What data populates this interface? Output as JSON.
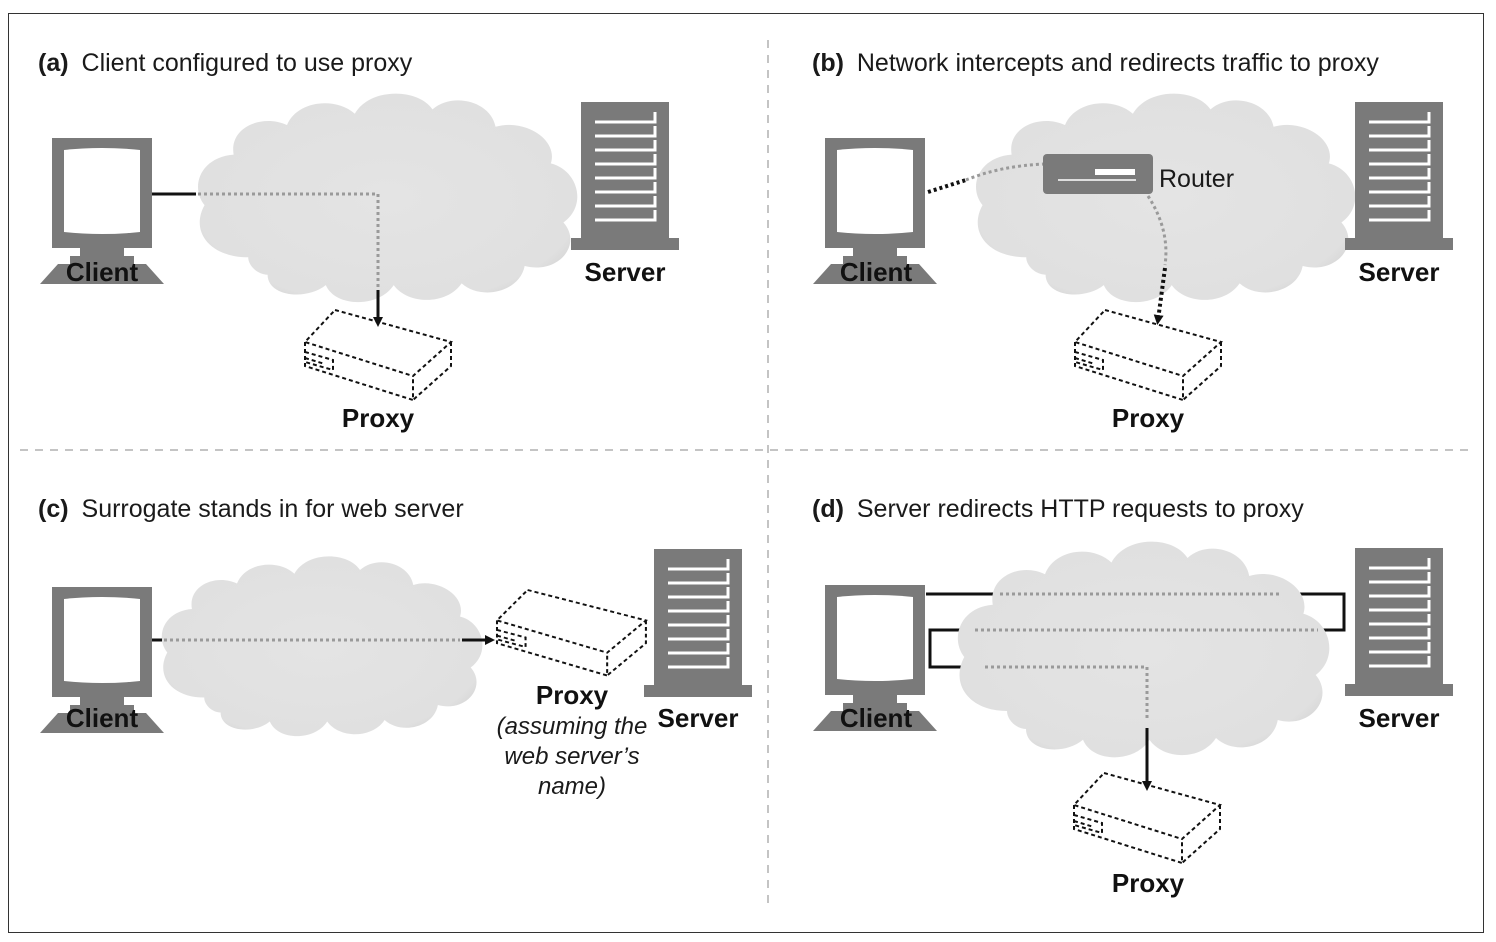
{
  "figure": {
    "panels": [
      {
        "id": "a",
        "letter": "(a)",
        "title": "Client configured to use proxy",
        "client_label": "Client",
        "server_label": "Server",
        "proxy_label": "Proxy"
      },
      {
        "id": "b",
        "letter": "(b)",
        "title": "Network intercepts and redirects traffic to proxy",
        "client_label": "Client",
        "server_label": "Server",
        "proxy_label": "Proxy",
        "router_label": "Router"
      },
      {
        "id": "c",
        "letter": "(c)",
        "title": "Surrogate stands in for web server",
        "client_label": "Client",
        "server_label": "Server",
        "proxy_label": "Proxy",
        "proxy_note": [
          "(assuming the",
          "web server’s",
          "name)"
        ]
      },
      {
        "id": "d",
        "letter": "(d)",
        "title": "Server redirects HTTP requests to proxy",
        "client_label": "Client",
        "server_label": "Server",
        "proxy_label": "Proxy"
      }
    ],
    "colors": {
      "device_gray": "#7a7a7a",
      "cloud_fill": "#e3e3e3",
      "dotted_path": "#9a9a9a",
      "line_dark": "#111111"
    }
  }
}
